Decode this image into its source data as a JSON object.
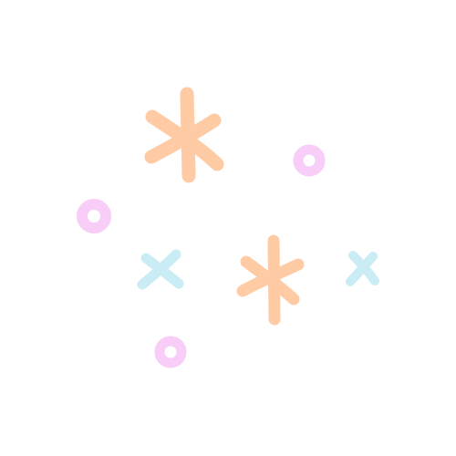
{
  "illustration": {
    "background_color": "#ffffff",
    "palette": {
      "peach": "#ffcba4",
      "pink": "#f8cdf7",
      "light_blue": "#c9ecf5"
    },
    "shapes": [
      {
        "kind": "asterisk",
        "icon": "asterisk-sparkle-icon",
        "color": "peach"
      },
      {
        "kind": "asterisk",
        "icon": "asterisk-sparkle-icon",
        "color": "peach"
      },
      {
        "kind": "ring",
        "icon": "circle-dot-icon",
        "color": "pink"
      },
      {
        "kind": "ring",
        "icon": "circle-dot-icon",
        "color": "pink"
      },
      {
        "kind": "ring",
        "icon": "circle-dot-icon",
        "color": "pink"
      },
      {
        "kind": "cross",
        "icon": "x-cross-icon",
        "color": "light_blue"
      },
      {
        "kind": "cross",
        "icon": "x-cross-icon",
        "color": "light_blue"
      }
    ]
  }
}
